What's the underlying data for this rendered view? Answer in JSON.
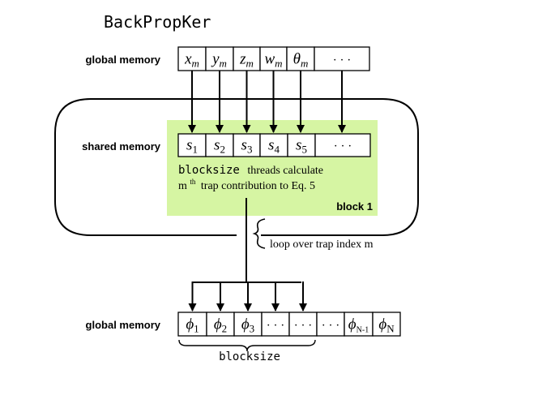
{
  "title": "BackPropKer",
  "labels": {
    "global_memory_top": "global memory",
    "shared_memory": "shared memory",
    "global_memory_bottom": "global memory",
    "block": "block 1",
    "loop": "loop over trap index m",
    "blocksize_bottom": "blocksize"
  },
  "block_text": {
    "line1_code": "blocksize",
    "line1_rest": "threads calculate",
    "line2_m": "m",
    "line2_sup": "th",
    "line2_rest": "trap contribution to Eq. 5"
  },
  "top_cells": [
    {
      "base": "x",
      "sub": "m"
    },
    {
      "base": "y",
      "sub": "m"
    },
    {
      "base": "z",
      "sub": "m"
    },
    {
      "base": "w",
      "sub": "m"
    },
    {
      "base": "θ",
      "sub": "m"
    },
    {
      "base": "· · ·",
      "sub": ""
    }
  ],
  "shared_cells": [
    {
      "base": "s",
      "sub": "1"
    },
    {
      "base": "s",
      "sub": "2"
    },
    {
      "base": "s",
      "sub": "3"
    },
    {
      "base": "s",
      "sub": "4"
    },
    {
      "base": "s",
      "sub": "5"
    },
    {
      "base": "· · ·",
      "sub": ""
    }
  ],
  "bottom_cells": [
    {
      "base": "ϕ",
      "sub": "1"
    },
    {
      "base": "ϕ",
      "sub": "2"
    },
    {
      "base": "ϕ",
      "sub": "3"
    },
    {
      "base": "· · ·",
      "sub": ""
    },
    {
      "base": "· · ·",
      "sub": ""
    },
    {
      "base": "· · ·",
      "sub": ""
    },
    {
      "base": "ϕ",
      "sub": "N-1"
    },
    {
      "base": "ϕ",
      "sub": "N"
    }
  ],
  "colors": {
    "block_fill": "#d6f5a3",
    "stroke": "#000000"
  }
}
